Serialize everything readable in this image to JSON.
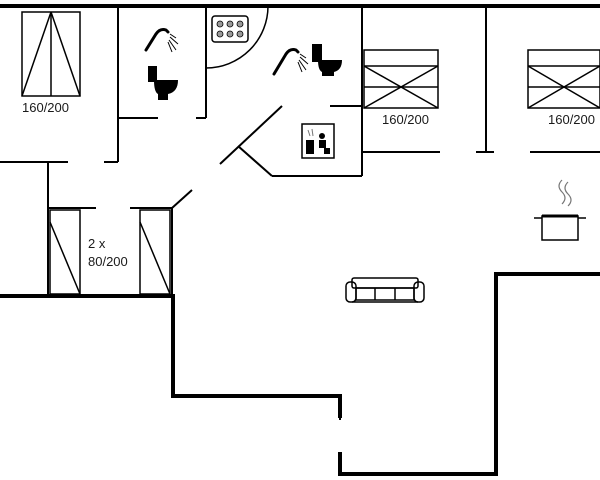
{
  "colors": {
    "wall": "#000000",
    "background": "#ffffff",
    "icon_gray": "#9a9a9a"
  },
  "rooms": {
    "bedroom_1": {
      "bed_label": "160/200"
    },
    "bedroom_2": {
      "bed_label": "160/200"
    },
    "bedroom_3": {
      "bed_label": "160/200"
    },
    "bedroom_4": {
      "bed_count": "2 x",
      "bed_label": "80/200"
    }
  },
  "icons": [
    "shower-icon",
    "toilet-icon",
    "whirlpool-icon",
    "sauna-icon",
    "cooking-pot-icon",
    "sofa-icon"
  ]
}
